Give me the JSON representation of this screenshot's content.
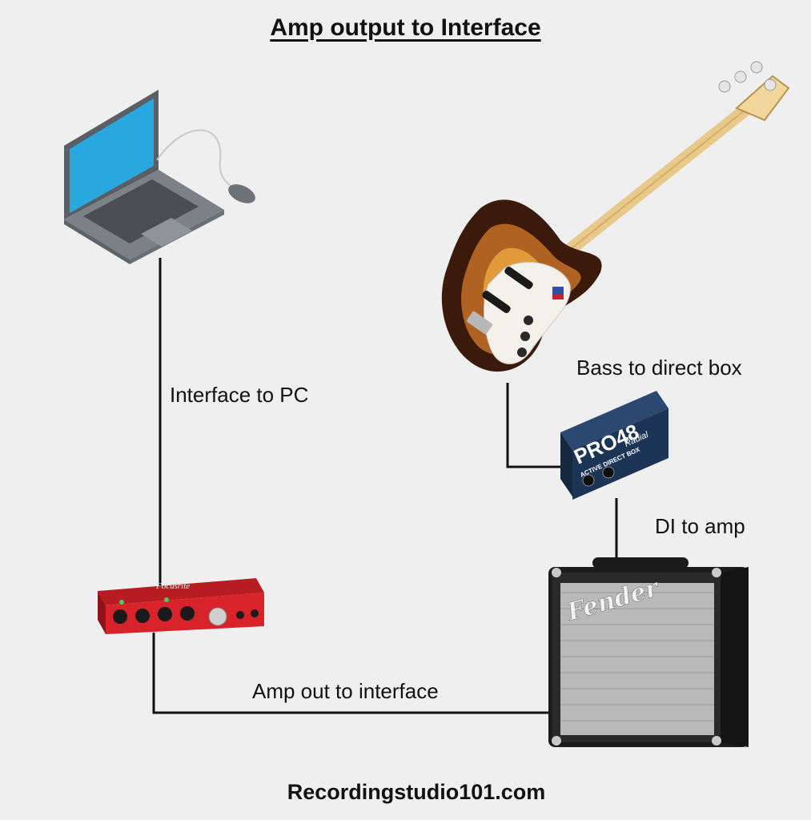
{
  "title": "Amp output to Interface",
  "labels": {
    "interface_to_pc": "Interface to PC",
    "bass_to_direct_box": "Bass to direct box",
    "di_to_amp": "DI to amp",
    "amp_out_to_interface": "Amp out to interface"
  },
  "devices": {
    "interface_brand": "Focusrite",
    "di_box_model": "PRO48",
    "di_box_subtitle": "ACTIVE DIRECT BOX",
    "di_box_brand": "Radial",
    "amp_brand": "Fender"
  },
  "footer": "Recordingstudio101.com",
  "colors": {
    "background": "#f0efef",
    "cable": "#111111",
    "laptop_screen": "#29a8e0",
    "interface_red": "#d8232a",
    "di_box_blue": "#1c3557",
    "amp_grille": "#b9b9b9"
  }
}
